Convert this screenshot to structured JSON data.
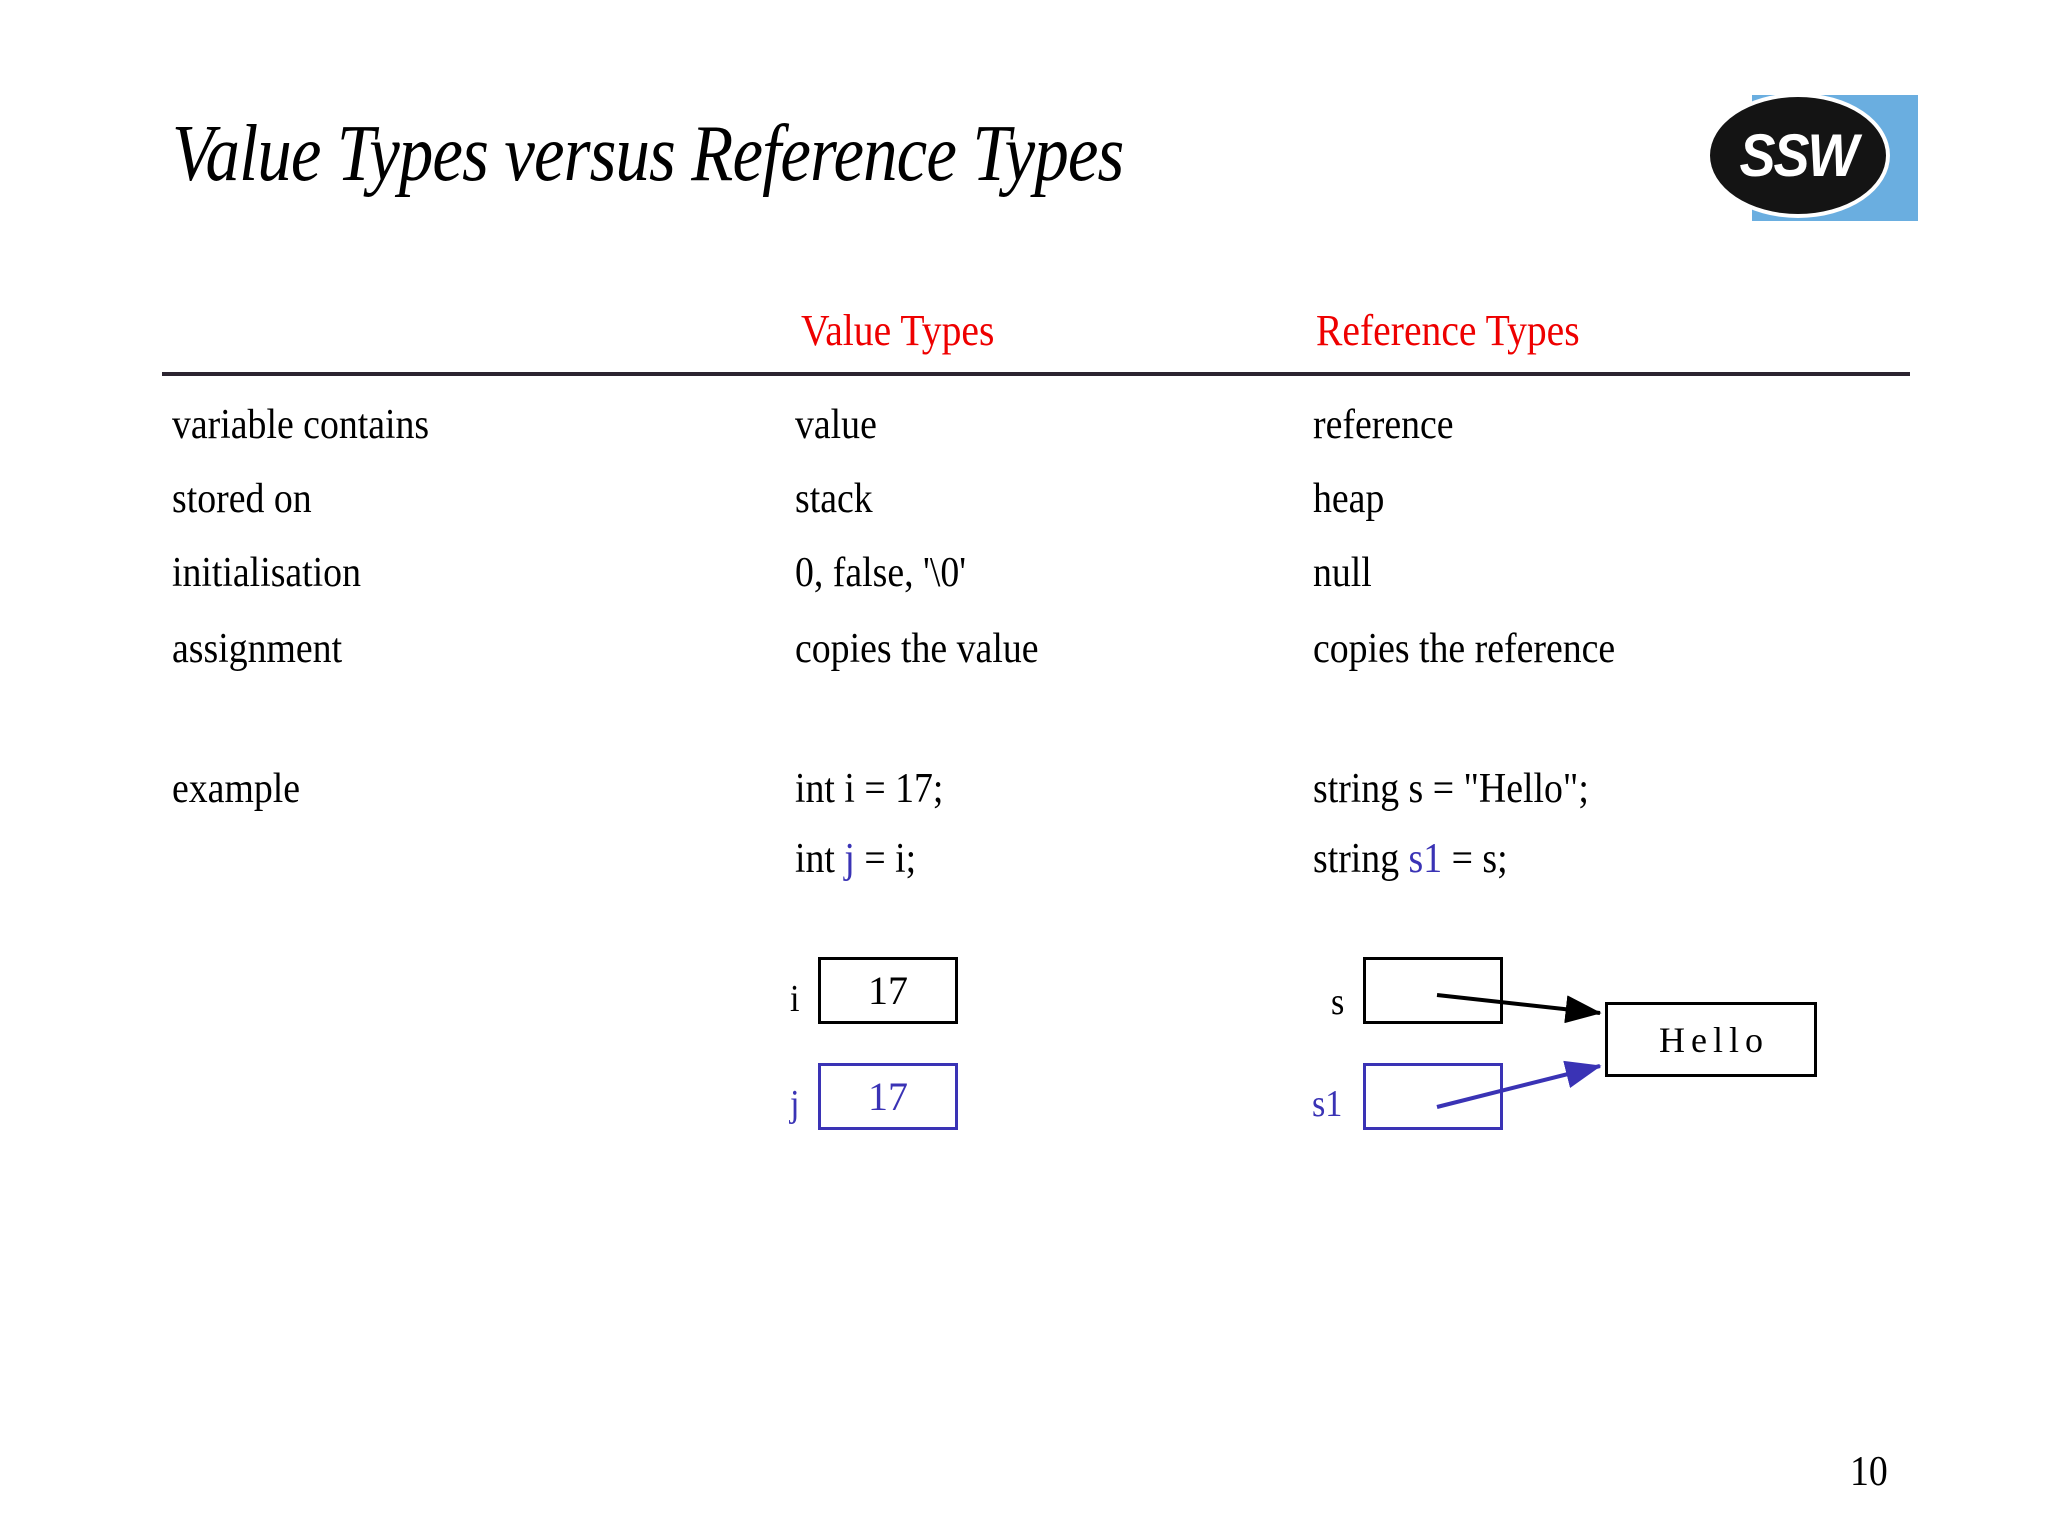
{
  "slide": {
    "title": "Value Types versus Reference Types",
    "page_number": "10",
    "accent_red": "#ee0000",
    "accent_blue": "#3a33b5",
    "logo": {
      "text": "SSW",
      "square_color": "#6aaee0",
      "ellipse_color": "#141414"
    }
  },
  "table": {
    "headers": {
      "attribute": "",
      "value_types": "Value Types",
      "reference_types": "Reference Types"
    },
    "rows": [
      {
        "attribute": "variable contains",
        "value_types": "value",
        "reference_types": "reference"
      },
      {
        "attribute": "stored on",
        "value_types": "stack",
        "reference_types": "heap"
      },
      {
        "attribute": "initialisation",
        "value_types": "0, false, '\\0'",
        "reference_types": "null"
      },
      {
        "attribute": "assignment",
        "value_types": "copies the value",
        "reference_types": "copies the reference"
      }
    ],
    "example": {
      "attribute": "example",
      "value_types": {
        "line1_prefix": "int ",
        "line1_ident": "i",
        "line1_suffix": " = 17;",
        "line2_prefix": "int ",
        "line2_ident": "j",
        "line2_suffix": " = i;"
      },
      "reference_types": {
        "line1_prefix": "string ",
        "line1_ident": "s",
        "line1_suffix": " = \"Hello\";",
        "line2_prefix": "string ",
        "line2_ident": "s1",
        "line2_suffix": " = s;"
      }
    }
  },
  "diagram": {
    "value_types": {
      "var1_label": "i",
      "var1_value": "17",
      "var2_label": "j",
      "var2_value": "17"
    },
    "reference_types": {
      "var1_label": "s",
      "var1_value": "",
      "var2_label": "s1",
      "var2_value": "",
      "heap_object_value": "Hello"
    }
  }
}
